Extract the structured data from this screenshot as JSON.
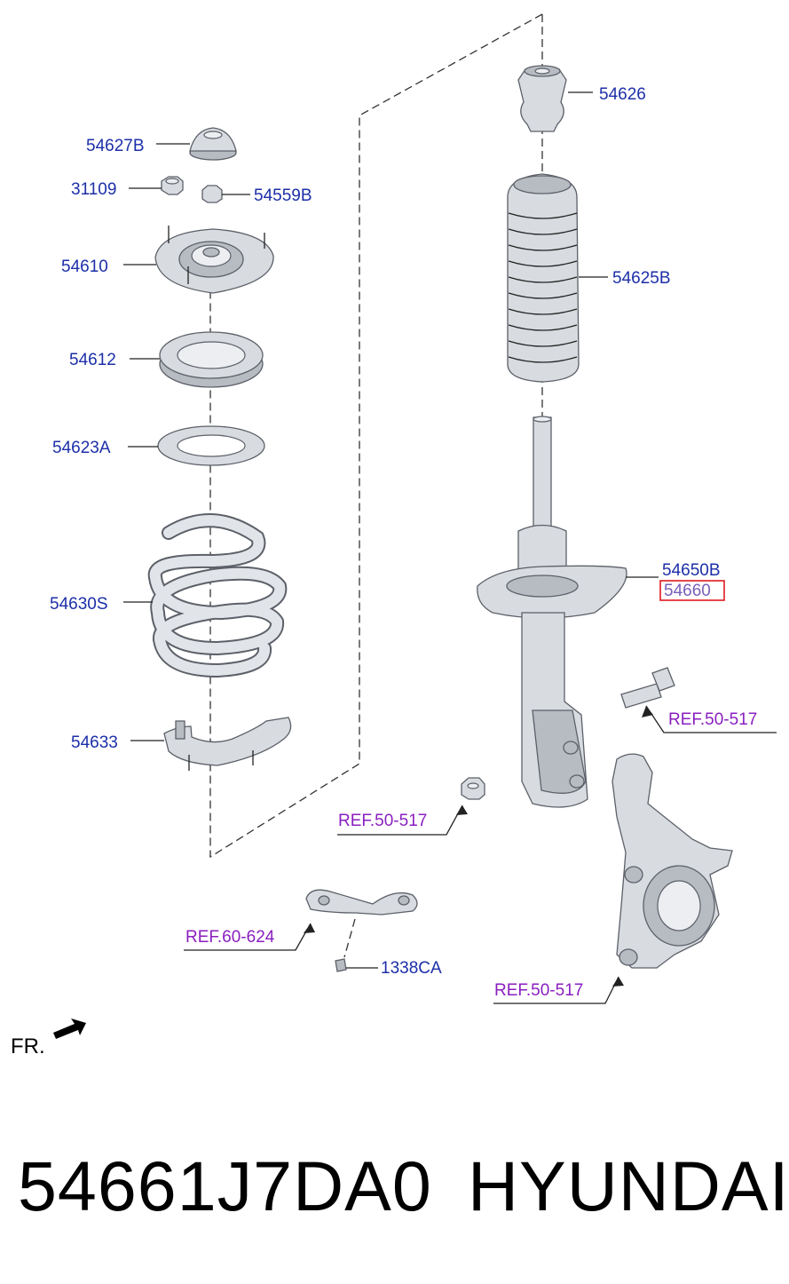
{
  "labels": {
    "p54627B": "54627B",
    "p31109": "31109",
    "p54559B": "54559B",
    "p54610": "54610",
    "p54612": "54612",
    "p54623A": "54623A",
    "p54630S": "54630S",
    "p54633": "54633",
    "p54626": "54626",
    "p54625B": "54625B",
    "p54650B": "54650B",
    "p54660": "54660",
    "p1338CA": "1338CA"
  },
  "refs": {
    "ref_bolt": "REF.50-517",
    "ref_nut": "REF.50-517",
    "ref_bracket": "REF.60-624",
    "ref_knuckle": "REF.50-517"
  },
  "direction_label": "FR.",
  "footer": {
    "part_number": "54661J7DA0",
    "brand": "HYUNDAI"
  },
  "colors": {
    "label": "#1c2fa8",
    "ref": "#8a1fc0",
    "highlight_box": "#e0191f"
  },
  "highlighted_part": "54660"
}
